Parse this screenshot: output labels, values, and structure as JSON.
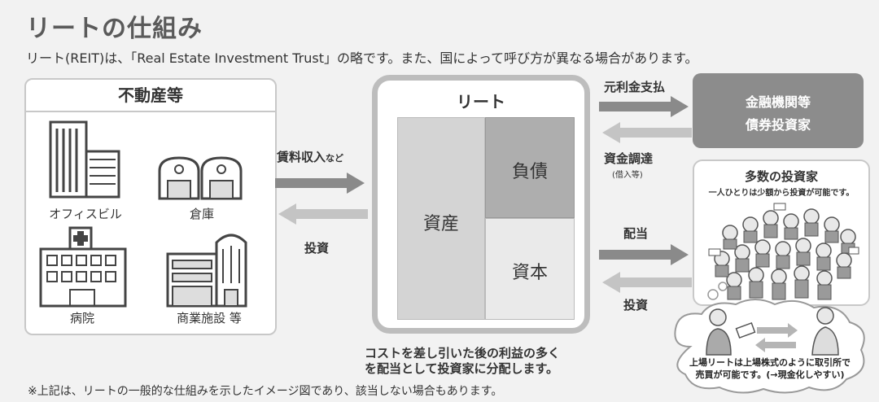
{
  "title": "リートの仕組み",
  "subtitle": "リート(REIT)は、「Real Estate Investment Trust」の略です。また、国によって呼び方が異なる場合があります。",
  "real_estate": {
    "header": "不動産等",
    "buildings": [
      "オフィスビル",
      "倉庫",
      "病院",
      "商業施設 等"
    ]
  },
  "flows_left": {
    "rent": "賃料収入",
    "rent_suffix": "など",
    "invest": "投資"
  },
  "reit": {
    "title": "リート",
    "assets": "資産",
    "liabilities": "負債",
    "equity": "資本"
  },
  "flows_right": {
    "repay": "元利金支払",
    "funding": "資金調達",
    "funding_note": "(借入等)",
    "dividend": "配当",
    "invest": "投資"
  },
  "bank": {
    "line1": "金融機関等",
    "line2": "債券投資家"
  },
  "investors": {
    "title": "多数の投資家",
    "note": "一人ひとりは少額から投資が可能です。"
  },
  "cloud": {
    "line1": "上場リートは上場株式のように取引所で",
    "line2": "売買が可能です。(→現金化しやすい)"
  },
  "profit_note": {
    "line1": "コストを差し引いた後の利益の多く",
    "line2": "を配当として投資家に分配します。"
  },
  "footnote": "※上記は、リートの一般的な仕組みを示したイメージ図であり、該当しない場合もあります。"
}
